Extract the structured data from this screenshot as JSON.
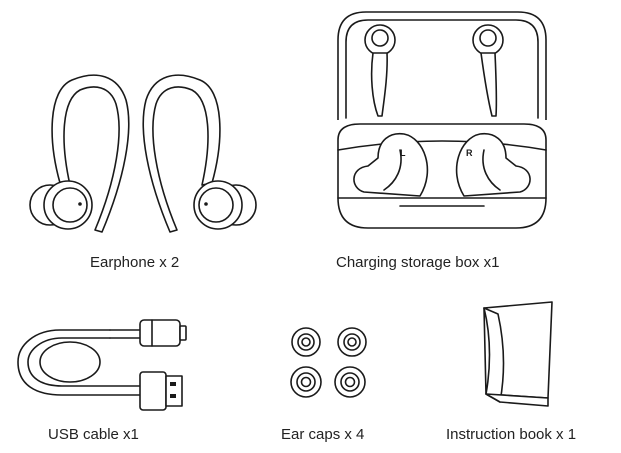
{
  "items": {
    "earphone": {
      "label": "Earphone x 2",
      "icon": "earphone-icon"
    },
    "charging_box": {
      "label": "Charging storage box x1",
      "icon": "charging-case-icon",
      "left_mark": "L",
      "right_mark": "R"
    },
    "usb_cable": {
      "label": "USB cable x1",
      "icon": "usb-cable-icon"
    },
    "ear_caps": {
      "label": "Ear caps x 4",
      "icon": "ear-cap-icon"
    },
    "instruction_book": {
      "label": "Instruction book x 1",
      "icon": "booklet-icon"
    }
  }
}
